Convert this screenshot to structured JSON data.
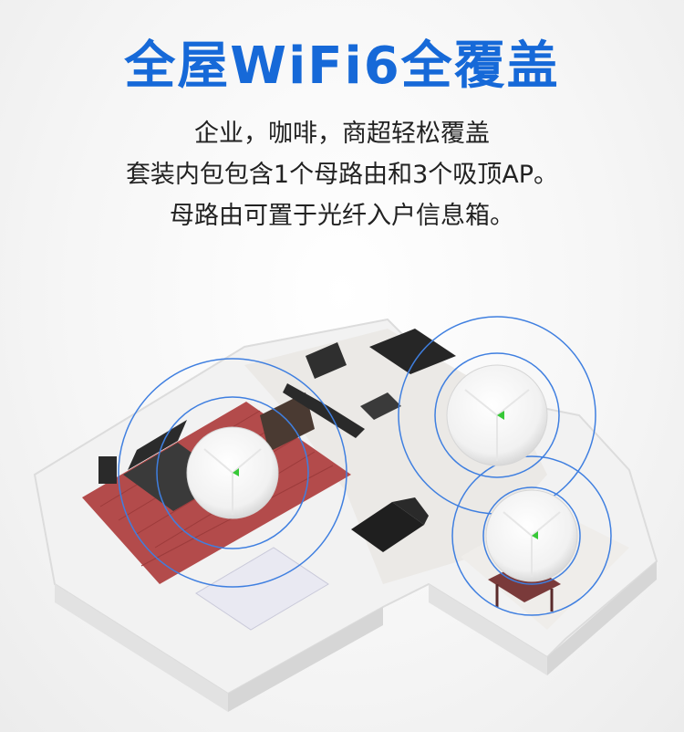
{
  "headline": "全屋WiFi6全覆盖",
  "description": [
    "企业，咖啡，商超轻松覆盖",
    "套装内包包含1个母路由和3个吸顶AP。",
    "母路由可置于光纤入户信息箱。"
  ],
  "colors": {
    "headline": "#1669d8",
    "coverage_ring": "#3f7fe0",
    "led": "#37c837",
    "bedroom_floor": "#b34b4b",
    "walls": "#f4f4f4"
  },
  "icons": [
    "router-ap-icon",
    "piano-icon",
    "bed-icon",
    "sofa-icon",
    "dining-table-icon"
  ]
}
